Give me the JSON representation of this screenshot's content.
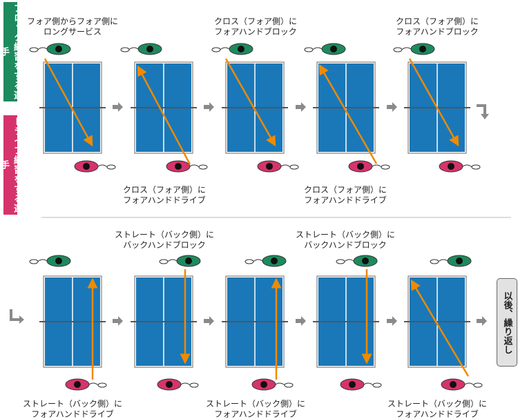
{
  "side_labels": {
    "block_player": "ブロック練習をする選手",
    "drive_player": "ドライブ練習をする選手"
  },
  "row1": {
    "labels": [
      "フォア側からフォア側に\nロングサービス",
      "クロス（フォア側）に\nフォアハンドドライブ",
      "クロス（フォア側）に\nフォアハンドブロック",
      "クロス（フォア側）に\nフォアハンドドライブ",
      "クロス（フォア側）に\nフォアハンドブロック"
    ]
  },
  "row2": {
    "labels": [
      "ストレート（バック側）に\nフォアハンドドライブ",
      "ストレート（バック側）に\nバックハンドブロック",
      "ストレート（バック側）に\nフォアハンドドライブ",
      "ストレート（バック側）に\nバックハンドブロック",
      "ストレート（バック側）に\nフォアハンドドライブ"
    ]
  },
  "repeat_label": "以後、繰り返し",
  "colors": {
    "table": "#1a78b8",
    "ball_path": "#f08a00",
    "block_player": "#1e8a5e",
    "drive_player": "#d6336c",
    "flow_arrow": "#8a8a8a"
  }
}
